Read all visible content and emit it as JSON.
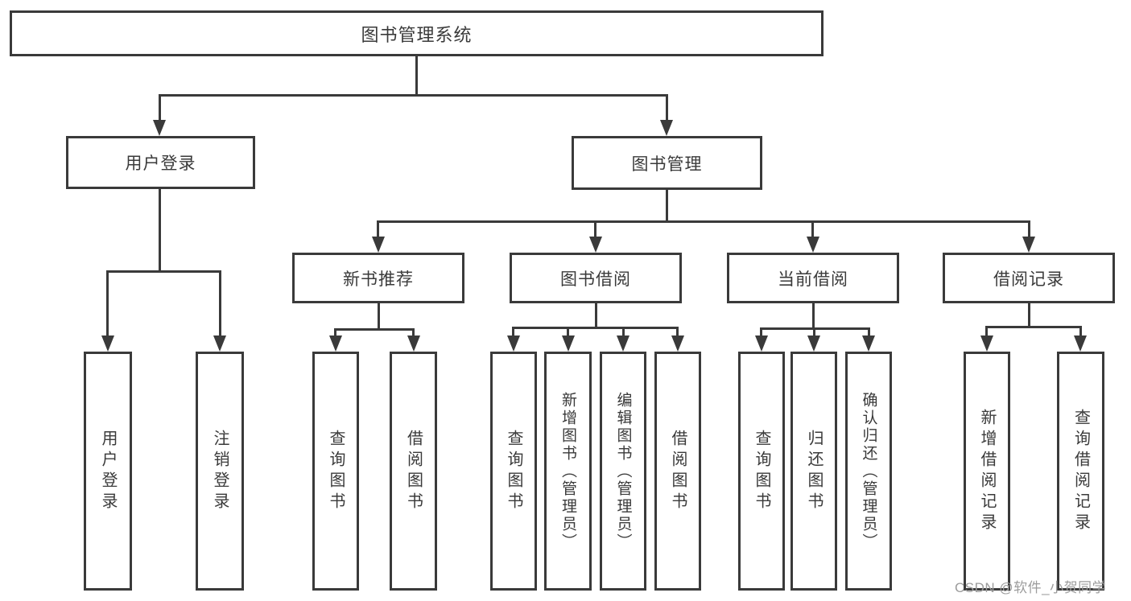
{
  "diagram": {
    "type": "hierarchy-tree",
    "tree": {
      "root": "图书管理系统",
      "children": [
        {
          "label": "用户登录",
          "children": [
            {
              "label": "用户登录"
            },
            {
              "label": "注销登录"
            }
          ]
        },
        {
          "label": "图书管理",
          "children": [
            {
              "label": "新书推荐",
              "children": [
                {
                  "label": "查询图书"
                },
                {
                  "label": "借阅图书"
                }
              ]
            },
            {
              "label": "图书借阅",
              "children": [
                {
                  "label": "查询图书"
                },
                {
                  "label": "新增图书（管理员）"
                },
                {
                  "label": "编辑图书（管理员）"
                },
                {
                  "label": "借阅图书"
                }
              ]
            },
            {
              "label": "当前借阅",
              "children": [
                {
                  "label": "查询图书"
                },
                {
                  "label": "归还图书"
                },
                {
                  "label": "确认归还（管理员）"
                }
              ]
            },
            {
              "label": "借阅记录",
              "children": [
                {
                  "label": "新增借阅记录"
                },
                {
                  "label": "查询借阅记录"
                }
              ]
            }
          ]
        }
      ]
    },
    "colors": {
      "line": "#3a3a3a",
      "text": "#3a3a3a",
      "box_background": "#ffffff",
      "page_background": "#ffffff",
      "watermark": "#9c9c9c"
    }
  },
  "watermark": {
    "text": "CSDN @软件_小贺同学"
  }
}
